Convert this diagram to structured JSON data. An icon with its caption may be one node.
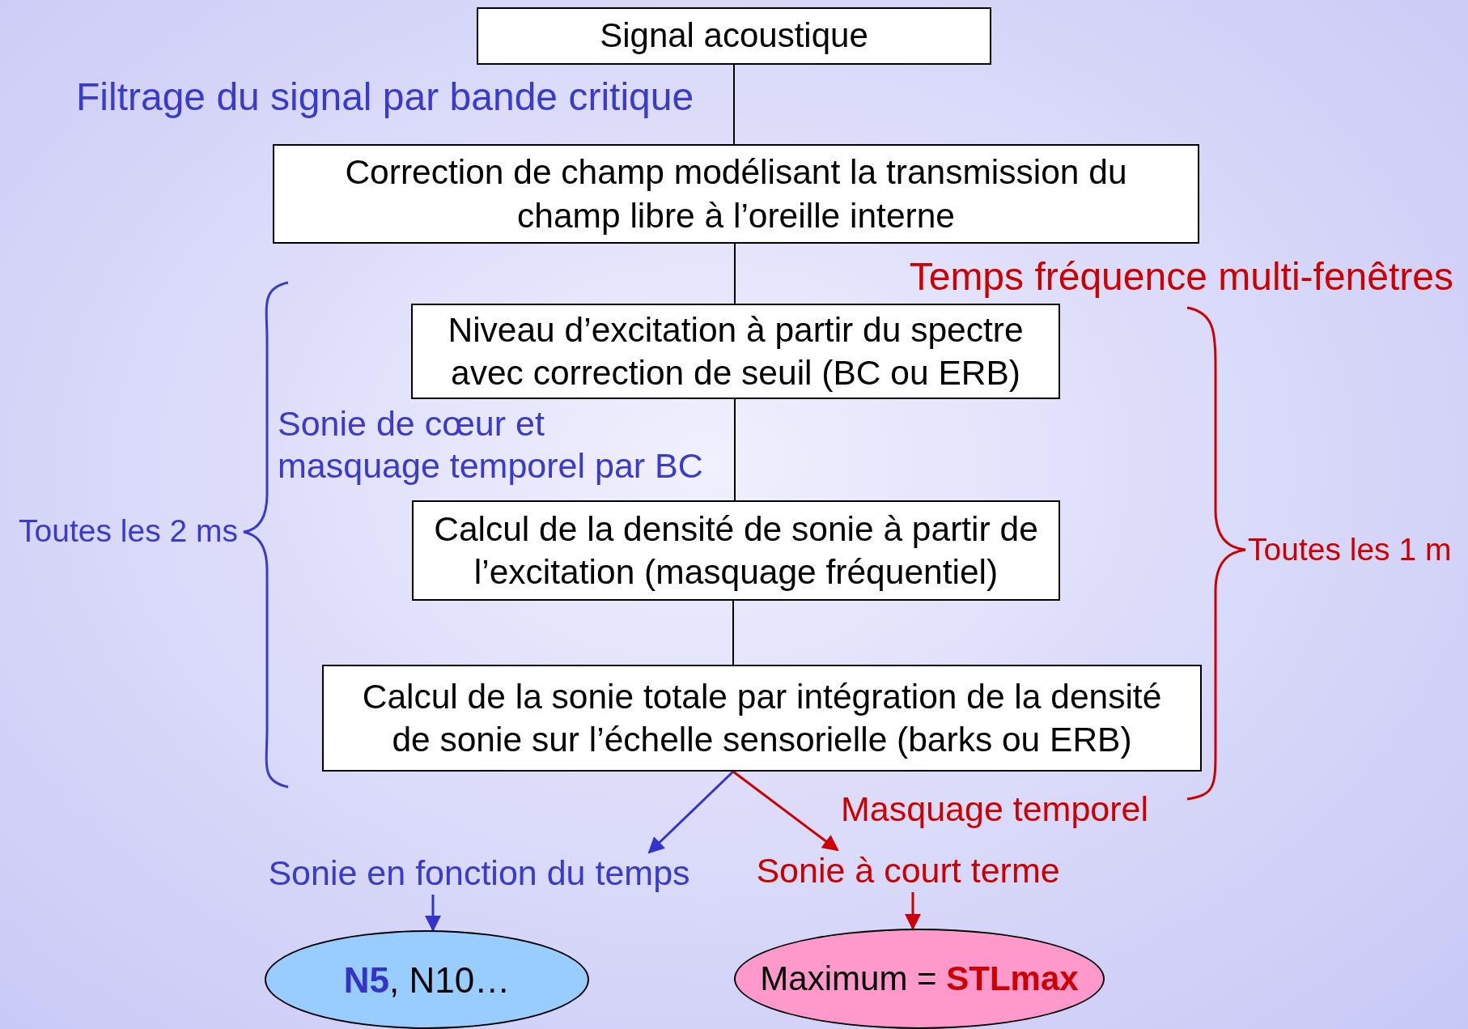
{
  "diagram": {
    "nodes": [
      {
        "text": [
          "Signal acoustique"
        ]
      },
      {
        "text": [
          "Correction de champ modélisant la transmission du champ libre à l’oreille interne"
        ]
      },
      {
        "text": [
          "Niveau d’excitation à partir du spectre avec correction de seuil (BC ou ERB)"
        ]
      },
      {
        "text": [
          "Calcul de la densité de sonie à partir de l’excitation (masquage fréquentiel)"
        ]
      },
      {
        "text": [
          "Calcul de la sonie totale par intégration de la densité de sonie sur l’échelle sensorielle (barks ou ERB)"
        ]
      },
      {
        "text": [
          "Sonie en fonction du temps"
        ]
      },
      {
        "text": [
          "Sonie à court terme"
        ]
      },
      {
        "text": [
          "**N5**, N10…"
        ]
      },
      {
        "text": [
          "Maximum = **STLmax**"
        ]
      }
    ],
    "edges": [
      {
        "from": 0,
        "to": 1,
        "arrow": "none"
      },
      {
        "from": 1,
        "to": 2,
        "arrow": "none"
      },
      {
        "from": 2,
        "to": 3,
        "arrow": "none"
      },
      {
        "from": 3,
        "to": 4,
        "arrow": "none"
      },
      {
        "from": 4,
        "to": 5,
        "arrow": "to",
        "color": "#3333cc"
      },
      {
        "from": 4,
        "to": 6,
        "arrow": "to",
        "color": "#cc0000",
        "label": "Masquage temporel"
      },
      {
        "from": 5,
        "to": 7,
        "arrow": "to",
        "color": "#3333cc"
      },
      {
        "from": 6,
        "to": 8,
        "arrow": "to",
        "color": "#cc0000"
      }
    ],
    "labels": [
      "Filtrage du signal par bande critique",
      "Temps fréquence multi-fenêtres",
      "Sonie de cœur et masquage temporel par BC",
      "Toutes les 2 ms",
      "Toutes les 1 m"
    ]
  }
}
